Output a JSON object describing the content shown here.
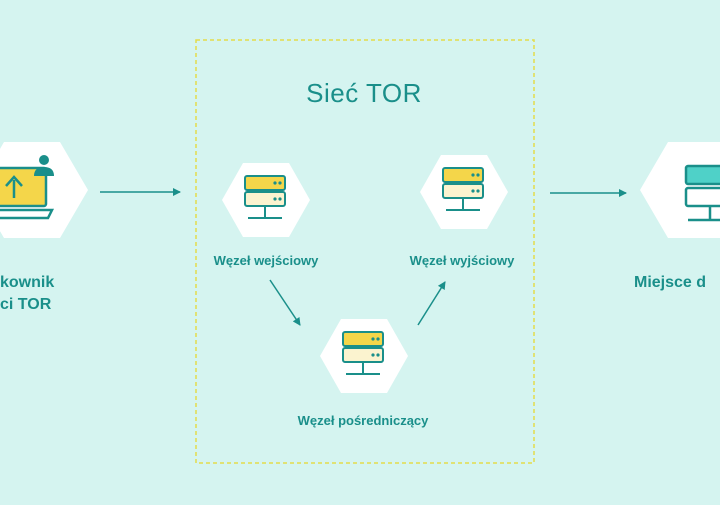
{
  "diagram": {
    "title": "Sieć TOR",
    "user_label_line1": "kownik",
    "user_label_line2": "ci TOR",
    "destination_label": "Miejsce d",
    "nodes": {
      "entry": "Węzeł wejściowy",
      "exit": "Węzeł wyjściowy",
      "middle": "Węzeł pośredniczący"
    }
  },
  "colors": {
    "background": "#d5f4f0",
    "teal": "#1a8f8a",
    "yellow": "#f4d64a",
    "cream": "#fbf3cf",
    "cyan": "#4fd1c8",
    "dashed_border": "#e3dc4a",
    "hexagon": "#ffffff"
  },
  "icons": {
    "user": "laptop-with-upload-and-person-icon",
    "server": "server-stack-icon",
    "destination": "server-monitor-icon"
  }
}
